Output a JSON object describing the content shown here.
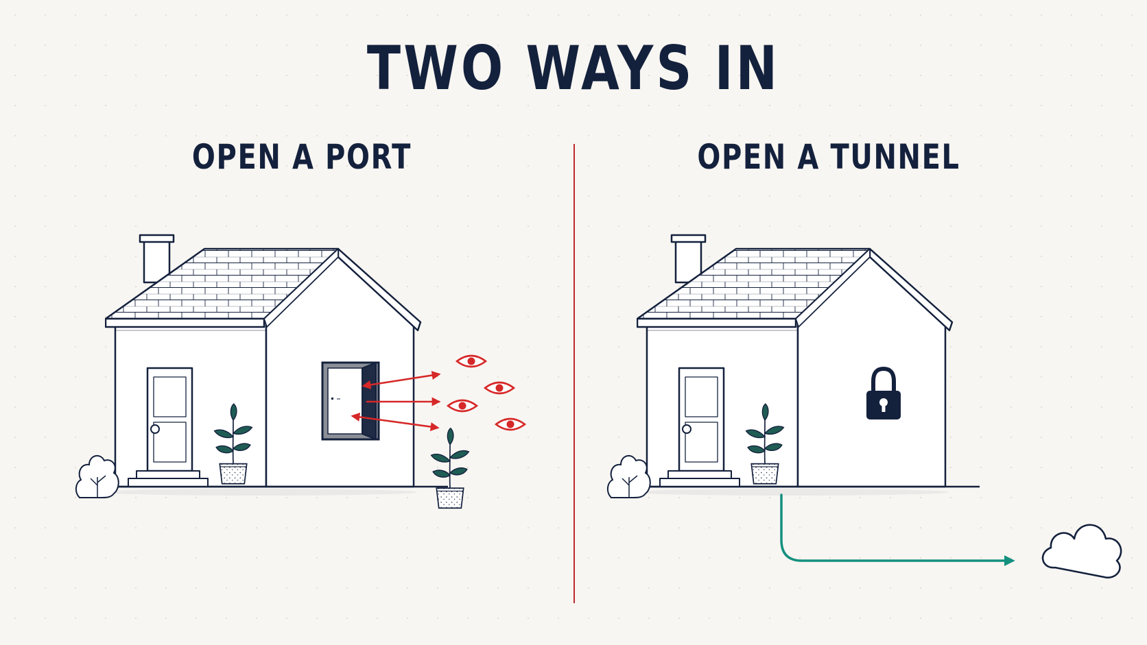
{
  "title": "TWO WAYS IN",
  "panels": {
    "left": {
      "title": "OPEN A PORT"
    },
    "right": {
      "title": "OPEN A TUNNEL"
    }
  },
  "icons": {
    "watcher": "eye-icon",
    "lock": "padlock-icon",
    "destination": "cloud-icon",
    "plant": "potted-plant-icon",
    "bush": "bush-icon"
  },
  "colors": {
    "ink": "#14213d",
    "danger": "#d62828",
    "tunnel": "#14907f",
    "background": "#f8f6f2",
    "divider": "#c0292b"
  }
}
